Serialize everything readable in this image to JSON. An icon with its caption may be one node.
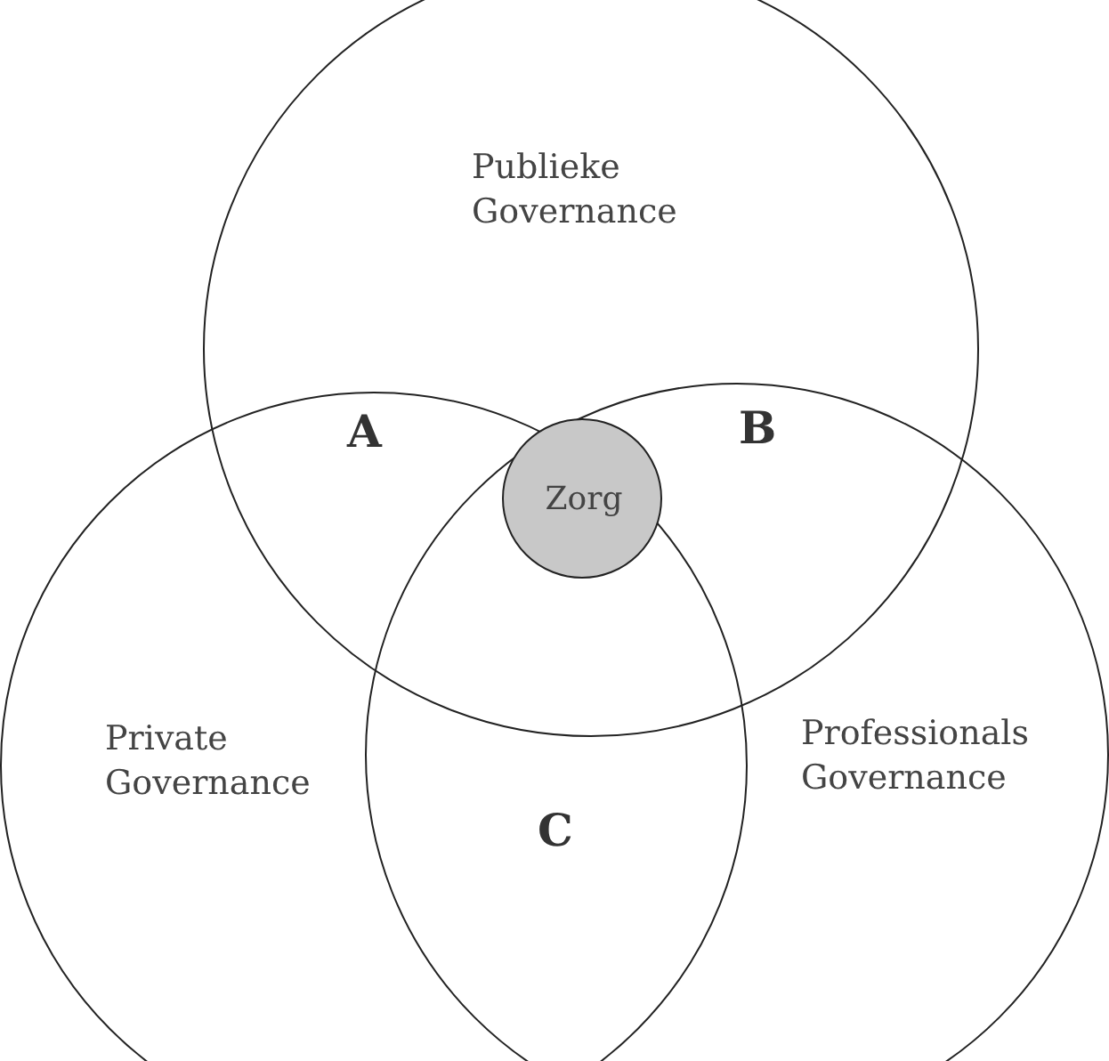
{
  "diagram": {
    "nodes": [
      {
        "text": [
          "Publieke Governance"
        ]
      },
      {
        "text": [
          "Private Governance"
        ]
      },
      {
        "text": [
          "Professionals Governance"
        ]
      },
      {
        "text": [
          "Zorg"
        ]
      }
    ],
    "labels": [
      "A",
      "B",
      "C"
    ]
  }
}
